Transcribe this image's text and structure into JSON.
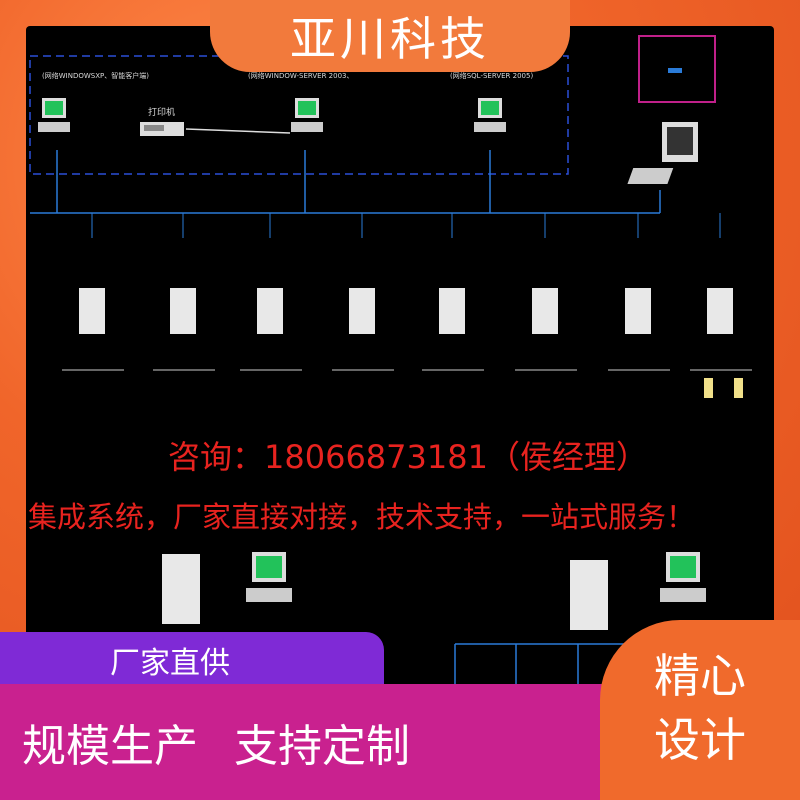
{
  "header": {
    "title": "亚川科技"
  },
  "diagram": {
    "top_labels": [
      "(网络WINDOWSXP、智能客户端)",
      "(网络WINDOW-SERVER 2003、",
      "(网络SQL-SERVER 2005)"
    ],
    "printer_label": "打印机"
  },
  "contact": {
    "text": "咨询：18066873181（侯经理）"
  },
  "slogan": {
    "text": "集成系统，厂家直接对接，技术支持，一站式服务！"
  },
  "promo": {
    "direct": "厂家直供",
    "scale": "规模生产",
    "custom": "支持定制",
    "corner_line1": "精心",
    "corner_line2": "设计"
  },
  "colors": {
    "accent_orange": "#f0652a",
    "red": "#e8231f",
    "purple": "#7f2ad6",
    "magenta": "#c9218f",
    "cad_blue": "#2a7bd8",
    "monitor_green": "#22c25a"
  }
}
